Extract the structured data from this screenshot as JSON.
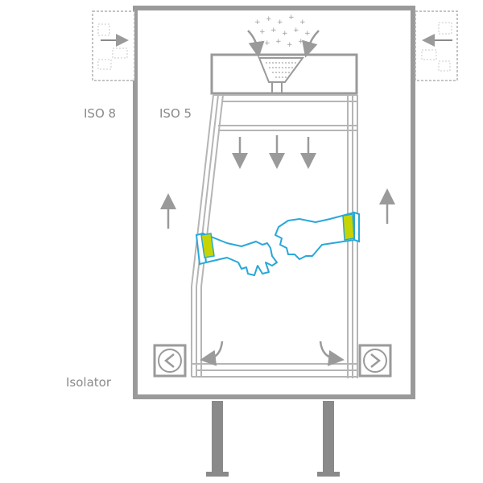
{
  "labels": {
    "outer_zone": "ISO 8",
    "inner_zone": "ISO 5",
    "device": "Isolator"
  },
  "colors": {
    "structure": "#9a9a9a",
    "structure_light": "#c8c8c8",
    "glove_outline": "#29a8d8",
    "glove_cuff": "#c8d400",
    "text": "#8a8a8a"
  },
  "icons": [
    "hepa-filter-icon",
    "airflow-arrow-icon",
    "glove-icon",
    "return-fan-icon",
    "prefilter-icon"
  ]
}
